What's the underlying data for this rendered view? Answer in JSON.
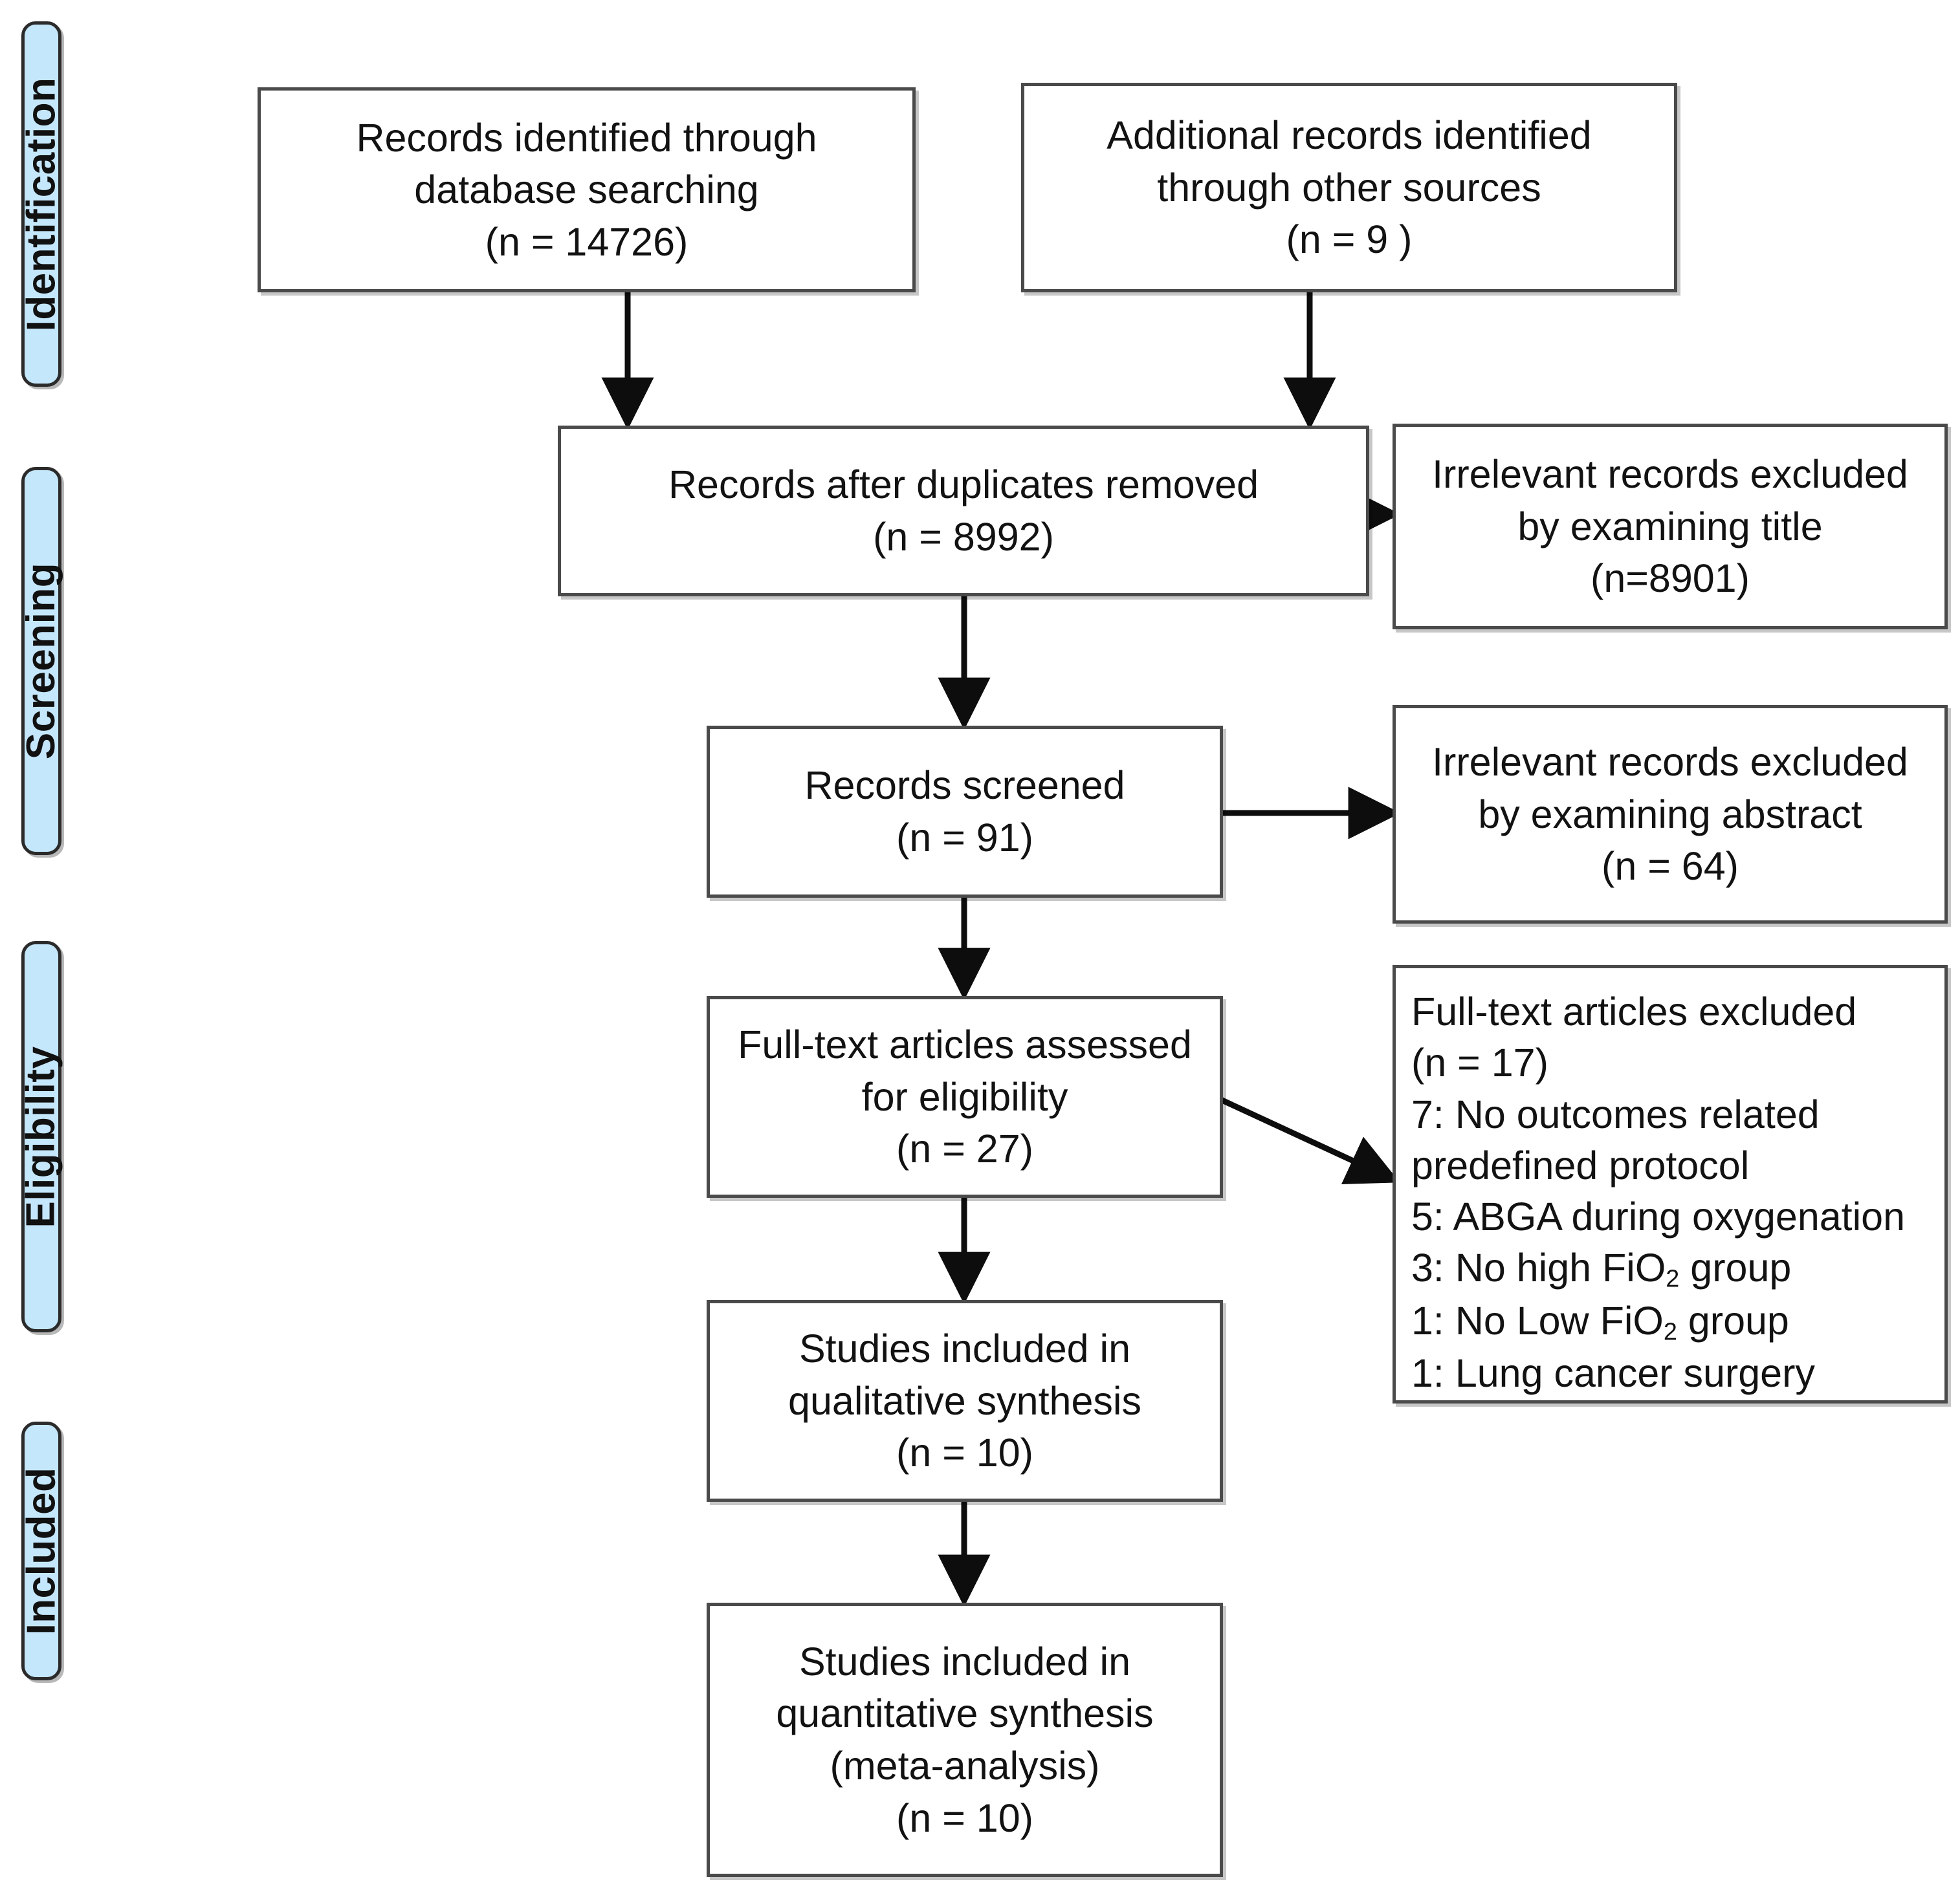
{
  "diagram": {
    "type": "prisma-flow-diagram",
    "title": "PRISMA study selection flow diagram",
    "colors": {
      "stage_fill": "#c5e7fb",
      "stage_border": "#2b2b2b",
      "box_fill": "#ffffff",
      "box_border": "#4a4a4a",
      "text": "#121212",
      "background": "#ffffff"
    }
  },
  "stages": [
    {
      "id": "identification",
      "label": "Identification"
    },
    {
      "id": "screening",
      "label": "Screening"
    },
    {
      "id": "eligibility",
      "label": "Eligibility"
    },
    {
      "id": "included",
      "label": "Included"
    }
  ],
  "boxes": {
    "records_database": {
      "id": "records-identified-database",
      "lines": [
        "Records identified through",
        "database searching",
        "(n = 14726)"
      ],
      "n": 14726
    },
    "records_other": {
      "id": "additional-records-other-sources",
      "lines": [
        "Additional records identified",
        "through other sources",
        "(n = 9 )"
      ],
      "n": 9
    },
    "after_duplicates": {
      "id": "records-after-duplicates-removed",
      "lines": [
        "Records after duplicates removed",
        "(n = 8992)"
      ],
      "n": 8992
    },
    "excluded_title": {
      "id": "irrelevant-excluded-title",
      "lines": [
        "Irrelevant records excluded",
        "by examining title",
        "(n=8901)"
      ],
      "n": 8901
    },
    "records_screened": {
      "id": "records-screened",
      "lines": [
        "Records screened",
        "(n = 91)"
      ],
      "n": 91
    },
    "excluded_abstract": {
      "id": "irrelevant-excluded-abstract",
      "lines": [
        "Irrelevant records excluded",
        "by examining abstract",
        "(n = 64)"
      ],
      "n": 64
    },
    "fulltext_assessed": {
      "id": "fulltext-articles-assessed",
      "lines": [
        "Full-text articles assessed",
        "for eligibility",
        "(n = 27)"
      ],
      "n": 27
    },
    "fulltext_excluded": {
      "id": "fulltext-articles-excluded",
      "lines": [
        "Full-text articles excluded",
        "(n = 17)",
        "7: No outcomes related",
        "predefined protocol",
        "5: ABGA during oxygenation"
      ],
      "lines_sub": [
        {
          "pre": "3: No high FiO",
          "sub": "2",
          "post": " group"
        },
        {
          "pre": "1: No Low FiO",
          "sub": "2",
          "post": " group"
        }
      ],
      "lines_tail": [
        "1: Lung cancer surgery"
      ],
      "n": 17,
      "reasons": [
        {
          "count": 7,
          "reason": "No outcomes related predefined protocol"
        },
        {
          "count": 5,
          "reason": "ABGA during oxygenation"
        },
        {
          "count": 3,
          "reason": "No high FiO2 group"
        },
        {
          "count": 1,
          "reason": "No Low FiO2 group"
        },
        {
          "count": 1,
          "reason": "Lung cancer surgery"
        }
      ]
    },
    "qualitative": {
      "id": "studies-included-qualitative",
      "lines": [
        "Studies included in",
        "qualitative synthesis",
        "(n = 10)"
      ],
      "n": 10
    },
    "quantitative": {
      "id": "studies-included-quantitative",
      "lines": [
        "Studies included in",
        "quantitative synthesis",
        "(meta-analysis)",
        "(n = 10)"
      ],
      "n": 10
    }
  }
}
